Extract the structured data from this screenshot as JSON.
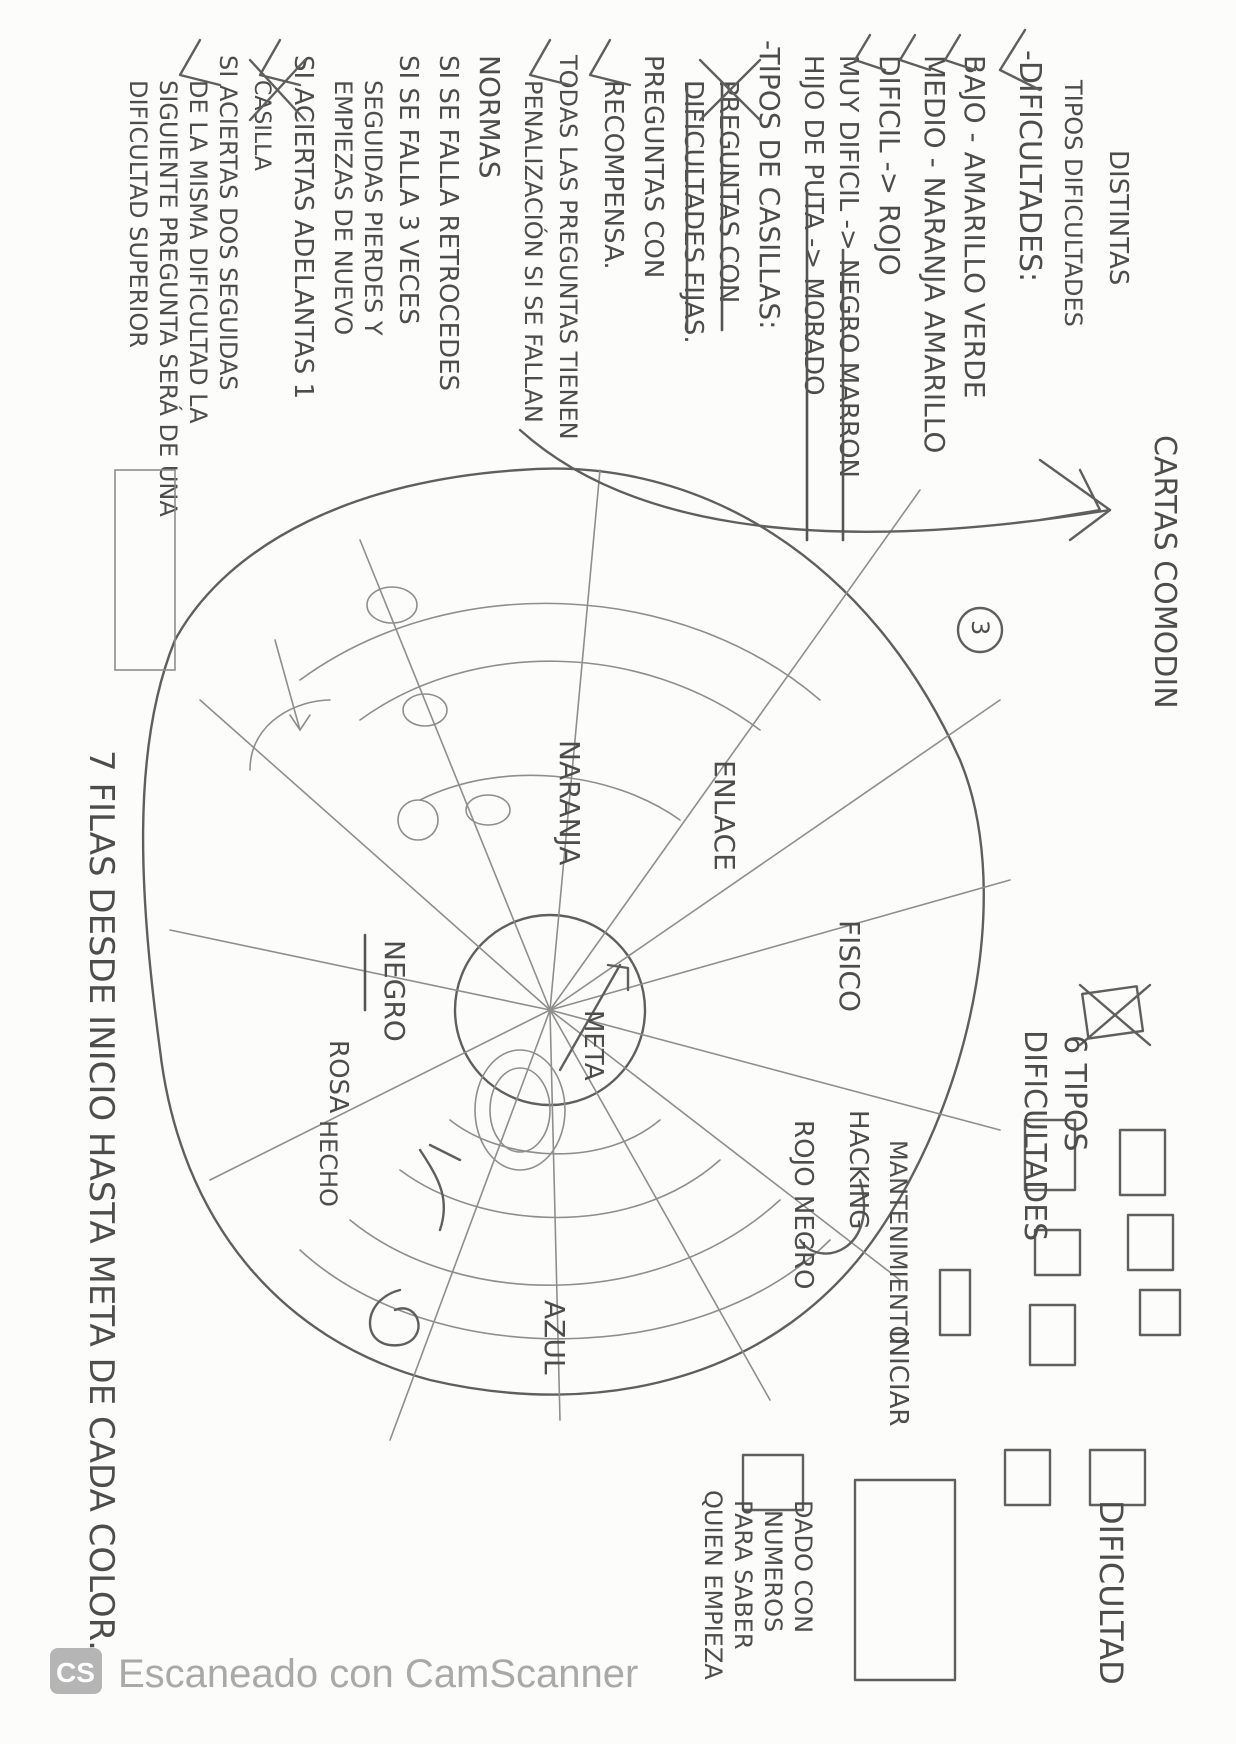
{
  "notes": {
    "cartas_comodin": "CARTAS COMODIN",
    "distintas": "DISTINTAS",
    "tipos_dificultades": "TIPOS DIFICULTADES",
    "seis_tipos": "6 TIPOS",
    "dificultades_right": "DIFICULTADES",
    "dificultad": "DIFICULTAD",
    "iniciar": "INICIAR",
    "dado": [
      "DADO CON",
      "NUMEROS",
      "PARA SABER",
      "QUIEN EMPIEZA"
    ],
    "filas": "7 FILAS DESDE INICIO HASTA META DE CADA COLOR.",
    "left": [
      "-DIFICULTADES:",
      "BAJO - AMARILLO VERDE",
      "MEDIO - NARANJA AMARILLO",
      "DIFICIL -> ROJO",
      "MUY DIFICIL -> NEGRO MARRON",
      "HIJO DE PUTA -> MORADO",
      "-TIPOS DE CASILLAS:",
      "PREGUNTAS CON",
      "DIFICULTADES FIJAS.",
      "PREGUNTAS CON",
      "RECOMPENSA.",
      "TODAS LAS PREGUNTAS TIENEN",
      "PENALIZACIÓN SI SE FALLAN",
      "NORMAS",
      "SI SE FALLA RETROCEDES",
      "SI SE FALLA 3 VECES",
      "SEGUIDAS PIERDES Y",
      "EMPIEZAS DE NUEVO",
      "SI ACIERTAS ADELANTAS 1",
      "CASILLA",
      "SI ACIERTAS DOS SEGUIDAS",
      "DE LA MISMA DIFICULTAD LA",
      "SIGUIENTE PREGUNTA SERÁ DE UNA",
      "DIFICULTAD SUPERIOR"
    ],
    "wheel": [
      "ENLACE",
      "NARANJA",
      "FISICO",
      "NEGRO",
      "META",
      "MANTENIMIENTO",
      "HACKING",
      "ROJO NEGRO",
      "ROSA",
      "HECHO",
      "AZUL"
    ]
  },
  "watermark": {
    "logo": "CS",
    "text": "Escaneado con CamScanner"
  }
}
